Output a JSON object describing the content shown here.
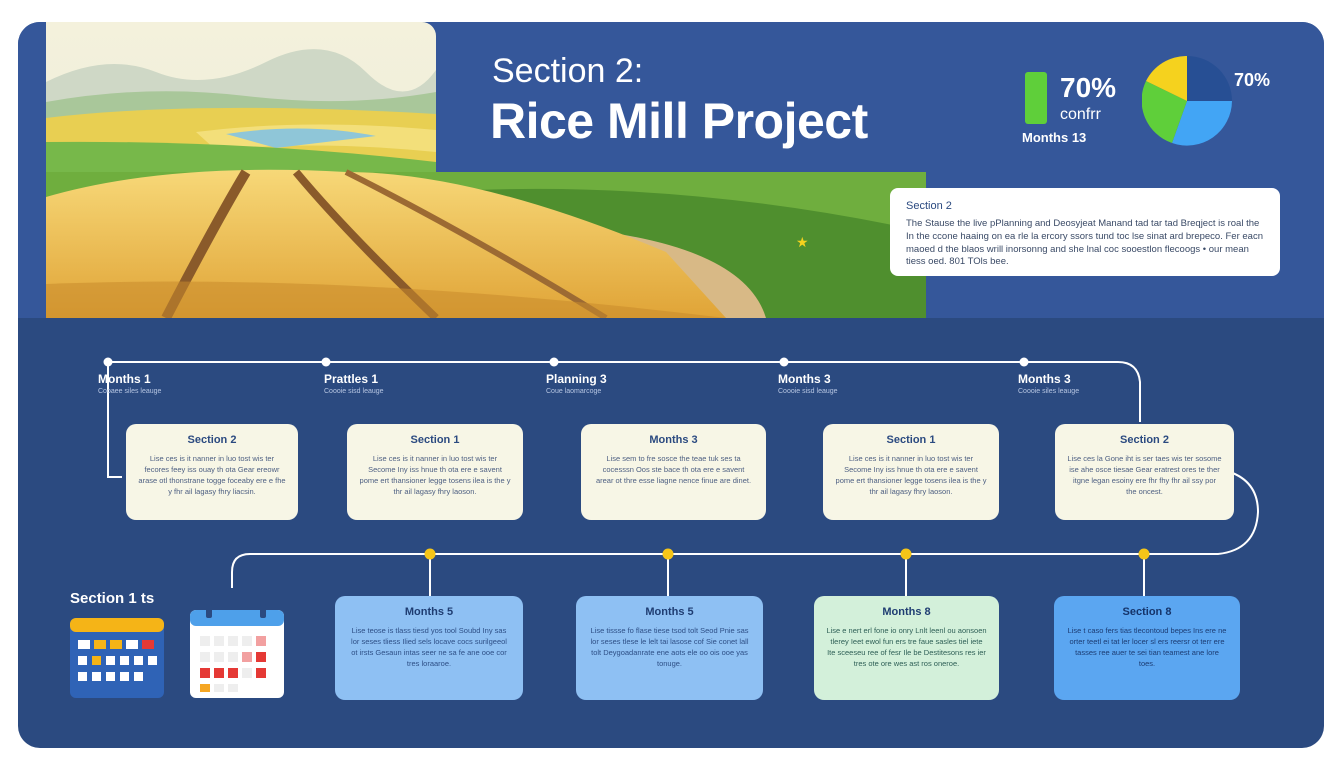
{
  "header": {
    "section_label": "Section 2:",
    "title": "Rice Mill Project"
  },
  "stats": {
    "main_percent": "70%",
    "main_sub": "confrr",
    "months_caption": "Months 13",
    "pie_percent": "70%",
    "colors": {
      "green": "#5fcf3a",
      "pie_navy": "#274f94",
      "pie_blue": "#42a5f5",
      "pie_green": "#5fcf3a",
      "pie_yellow": "#f5d21e"
    }
  },
  "info_card": {
    "title": "Section 2",
    "body": "The Stause the live pPlanning and Deosyjeat Manand tad tar tad Breqject is roal the In the ccone haaing on ea rle la ercory ssors tund toc lse sinat ard brepeco. Fer eacn maoed d the blaos wrill inorsonng and she lnal coc sooestlon flecoogs • our mean tiess oed. 801 TOls bee."
  },
  "timeline": {
    "top_nodes": [
      {
        "label": "Months 1",
        "sub": "Cooaee siles leauge"
      },
      {
        "label": "Prattles 1",
        "sub": "Coooie sisd leauge"
      },
      {
        "label": "Planning 3",
        "sub": "Coue laomarcoge"
      },
      {
        "label": "Months 3",
        "sub": "Coooie sisd leauge"
      },
      {
        "label": "Months 3",
        "sub": "Coooie siles leauge"
      }
    ],
    "top_cards": [
      {
        "title": "Section 2",
        "body": "Lise ces is it nanner in luo tost wis ter fecores feey iss ouay th ota Gear ereowr arase otl thonstrane togge foceaby ere e fhe y fhr ail lagasy fhry liacsin."
      },
      {
        "title": "Section 1",
        "body": "Lise ces is it nanner in luo tost wis ter Secome Iny iss hnue th ota ere e savent pome ert thansioner legge tosens ilea is the y thr ail lagasy fhry laoson."
      },
      {
        "title": "Months 3",
        "body": "Lise sem to fre sosce the teae tuk ses ta cocesssn Oos ste bace th ota ere e savent arear ot thre esse liagne nence finue are dinet."
      },
      {
        "title": "Section 1",
        "body": "Lise ces is it nanner in luo tost wis ter Secome Iny iss hnue th ota ere e savent pome ert thansioner legge tosens ilea is the y thr ail lagasy fhry laoson."
      },
      {
        "title": "Section 2",
        "body": "Lise ces la Gone iht is ser taes wis ter sosome ise ahe osce tiesae Gear eratrest ores te ther itgne legan esoiny ere fhr fhy fhr ail ssy por the oncest."
      }
    ],
    "bottom_cards": [
      {
        "title": "Months 5",
        "body": "Lise teose is tlass tiesd yos tool Soubd Iny sas lor seses tliess Ilied sels locave cocs surilgeeol ot irsts Gesaun intas seer ne sa fe ane ooe cor tres loraaroe."
      },
      {
        "title": "Months 5",
        "body": "Lise tissse fo flase tiese tsod tolt Seod Pnie sas lor seses tlese le lelt tai lasose cof Sie conet lall tolt Deygoadanrate ene aots ele oo ois ooe yas tonuge."
      },
      {
        "title": "Months 8",
        "body": "Lise e nert erl fone io onry Lnlt leenl ou aonsoen tlerey Ieet ewol fun ers tre faue sasles tiel iete Ite sceeseu ree of fesr Ile be Destitesons res ier tres ote ore wes ast ros oneroe."
      },
      {
        "title": "Section 8",
        "body": "Lise t caso fers tias tlecontoud bepes Ins ere ne orter teetl ei tat ler locer sl ers reersr ot terr ere tasses ree auer te sei tian teamest ane lore toes."
      }
    ]
  },
  "bottom": {
    "label": "Section 1 ts"
  }
}
